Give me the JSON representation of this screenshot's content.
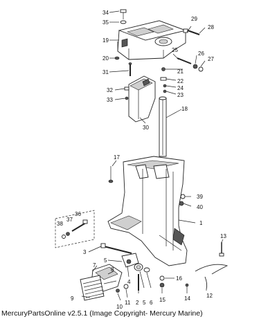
{
  "footer": {
    "caption": "MercuryPartsOnline v2.5.1 (Image Copyright- Mercury Marine)"
  },
  "callouts": {
    "c1": "1",
    "c2": "2",
    "c3": "3",
    "c4": "4",
    "c5": "5",
    "c6": "6",
    "c7": "7",
    "c8": "8",
    "c9": "9",
    "c10": "10",
    "c11": "11",
    "c12": "12",
    "c13": "13",
    "c14": "14",
    "c15": "15",
    "c16": "16",
    "c17": "17",
    "c18": "18",
    "c19": "19",
    "c20": "20",
    "c21": "21",
    "c22": "22",
    "c23": "23",
    "c24": "24",
    "c25": "25",
    "c26": "26",
    "c27": "27",
    "c28": "28",
    "c29": "29",
    "c30": "30",
    "c31": "31",
    "c32": "32",
    "c33": "33",
    "c34": "34",
    "c35": "35",
    "c36": "36",
    "c37": "37",
    "c38": "38",
    "c39": "39",
    "c40": "40"
  }
}
